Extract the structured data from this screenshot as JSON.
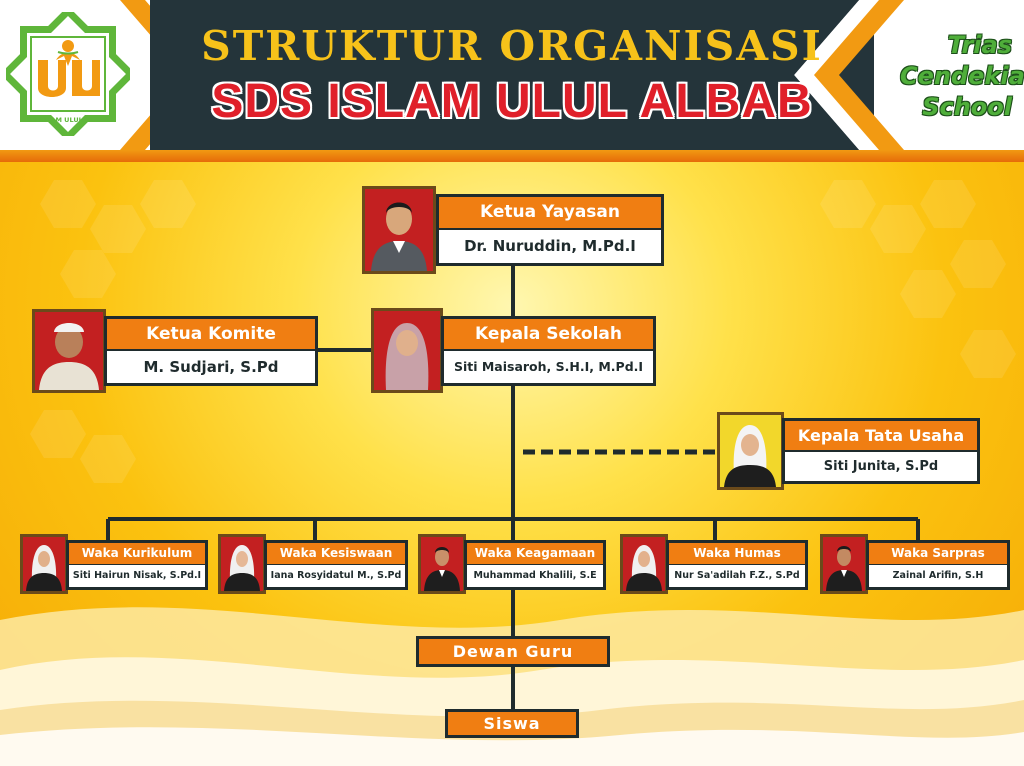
{
  "header": {
    "title_line1": "STRUKTUR ORGANISASI",
    "title_line2": "SDS ISLAM ULUL ALBAB",
    "right_brand": [
      "Trias",
      "Cendekia",
      "School"
    ],
    "logo_caption": "SD ISLAM ULUL ALBAB"
  },
  "colors": {
    "header_dark": "#24343a",
    "orange": "#f07e12",
    "title_yellow": "#f7c21a",
    "title_red": "#e0202a",
    "brand_green": "#4fae3a",
    "line": "#1f2b2d"
  },
  "chart": {
    "ketua_yayasan": {
      "title": "Ketua Yayasan",
      "name": "Dr. Nuruddin, M.Pd.I"
    },
    "ketua_komite": {
      "title": "Ketua Komite",
      "name": "M. Sudjari, S.Pd"
    },
    "kepala_sekolah": {
      "title": "Kepala Sekolah",
      "name": "Siti Maisaroh, S.H.I, M.Pd.I"
    },
    "kepala_tu": {
      "title": "Kepala Tata Usaha",
      "name": "Siti Junita, S.Pd"
    },
    "waka": [
      {
        "title": "Waka Kurikulum",
        "name": "Siti Hairun Nisak, S.Pd.I"
      },
      {
        "title": "Waka Kesiswaan",
        "name": "Iana Rosyidatul M., S.Pd"
      },
      {
        "title": "Waka Keagamaan",
        "name": "Muhammad Khalili, S.E"
      },
      {
        "title": "Waka Humas",
        "name": "Nur Sa'adilah F.Z., S.Pd"
      },
      {
        "title": "Waka Sarpras",
        "name": "Zainal Arifin, S.H"
      }
    ],
    "dewan_guru": "Dewan Guru",
    "siswa": "Siswa"
  }
}
